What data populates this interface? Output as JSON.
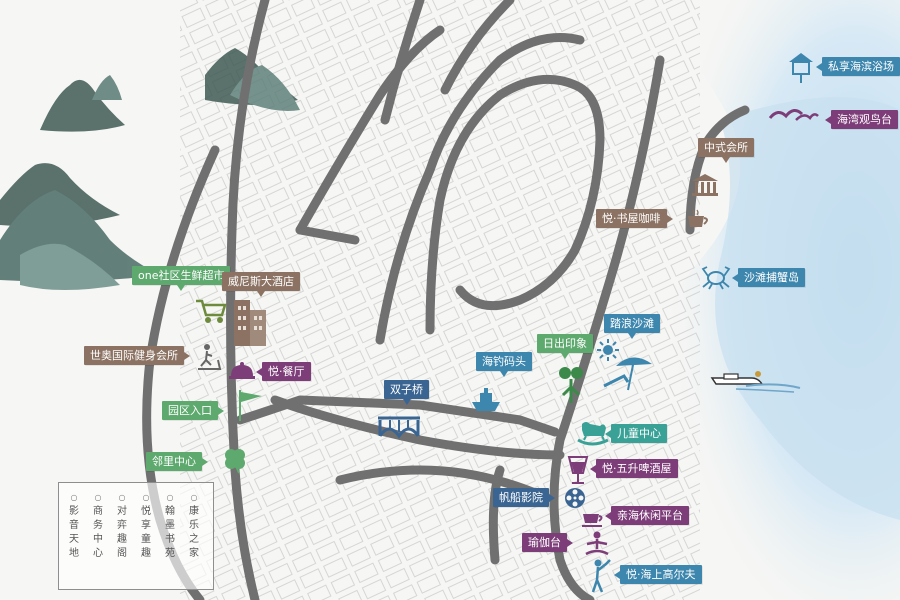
{
  "labels": {
    "one_community": "one社区生鲜超市",
    "venice_hotel": "威尼斯大酒店",
    "fitness_club": "世奥国际健身会所",
    "yue_restaurant": "悦·餐厅",
    "community_entrance": "园区入口",
    "neighborhood_center": "邻里中心",
    "double_bridge": "双子桥",
    "fishing_dock": "海钓码头",
    "sunrise_view": "日出印象",
    "surf_beach": "踏浪沙滩",
    "chinese_club": "中式会所",
    "book_cafe": "悦·书屋咖啡",
    "private_beach": "私享海滨浴场",
    "seabird_platform": "海湾观鸟台",
    "crab_island": "沙滩捕蟹岛",
    "children_center": "儿童中心",
    "beer_house": "悦·五升啤酒屋",
    "sail_cinema": "帆船影院",
    "sea_platform": "亲海休闲平台",
    "yoga_platform": "瑜伽台",
    "golf": "悦·海上高尔夫"
  },
  "legend": {
    "columns": [
      [
        "影",
        "音",
        "天",
        "地"
      ],
      [
        "商",
        "务",
        "中",
        "心"
      ],
      [
        "对",
        "弈",
        "趣",
        "阁"
      ],
      [
        "悦",
        "享",
        "童",
        "趣"
      ],
      [
        "翰",
        "墨",
        "书",
        "苑"
      ],
      [
        "康",
        "乐",
        "之",
        "家"
      ]
    ]
  },
  "icons": [
    "mountain-icon",
    "shopping-cart-icon",
    "building-icon",
    "treadmill-icon",
    "food-cloche-icon",
    "flag-icon",
    "clover-icon",
    "bridge-icon",
    "ship-icon",
    "binoculars-icon",
    "sun-icon",
    "beach-umbrella-icon",
    "temple-icon",
    "coffee-cup-icon",
    "beach-house-icon",
    "seagull-icon",
    "crab-icon",
    "speedboat-icon",
    "rocking-horse-icon",
    "beer-glass-icon",
    "film-reel-icon",
    "tea-cup-icon",
    "yoga-icon",
    "golfer-icon"
  ],
  "colors": {
    "green": "#5ea96e",
    "brown": "#8b7262",
    "purple": "#7d3d79",
    "blue": "#3d86ad",
    "teal": "#3aa197",
    "road": "#6f6f6f",
    "sea": "#cfe4f2"
  }
}
